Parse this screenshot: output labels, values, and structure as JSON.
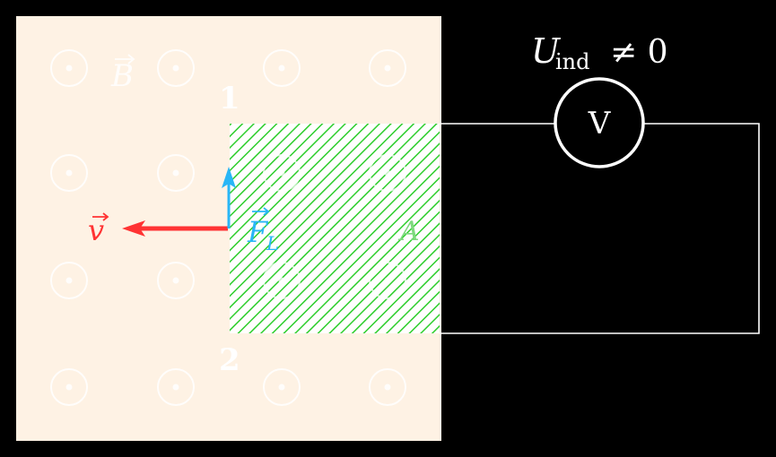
{
  "labels": {
    "B": "B",
    "v": "v",
    "F": "F",
    "F_sub": "L",
    "A": "A",
    "point1": "1",
    "point2": "2",
    "U_main": "U",
    "U_sub": "ind",
    "U_rel": "≠ 0",
    "voltmeter": "V"
  },
  "colors": {
    "background": "#000000",
    "field_region": "#fef2e4",
    "field_symbol": "#ffffff",
    "hatch": "#22cc22",
    "velocity": "#ff3333",
    "force": "#29b6f6",
    "area_label": "#7ed97e",
    "wire": "#ffffff"
  },
  "icons": [
    "field-out-of-page-icon",
    "voltmeter-icon",
    "arrow-icon"
  ]
}
